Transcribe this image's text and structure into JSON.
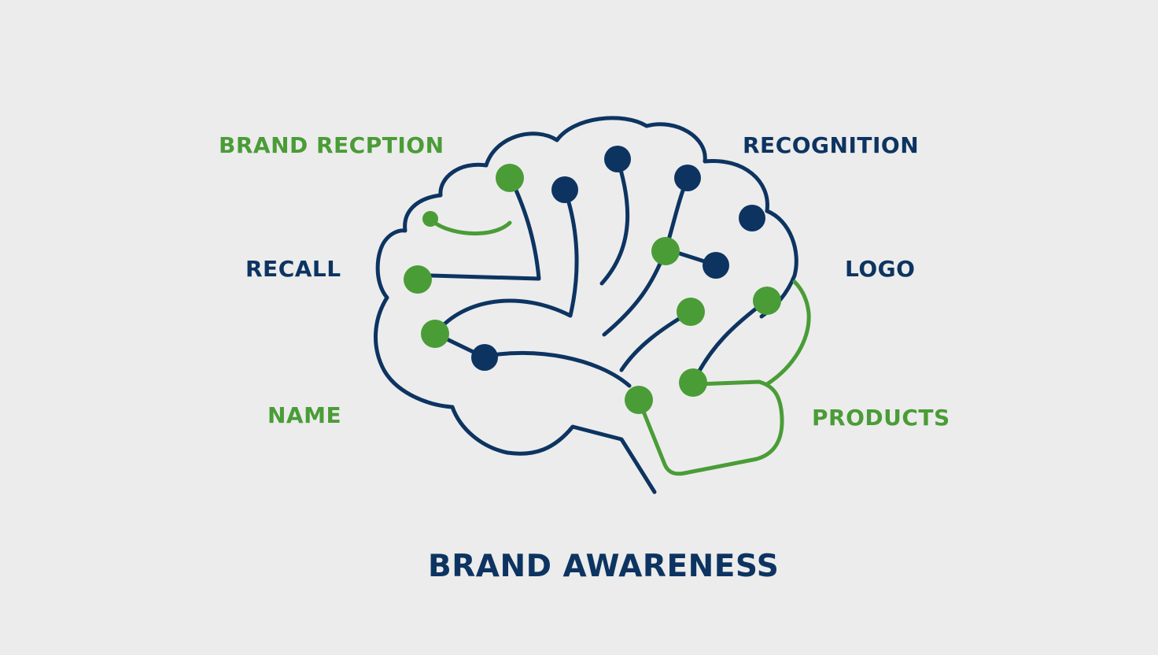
{
  "colors": {
    "background": "#ececec",
    "navy": "#0d3461",
    "green": "#4a9c37"
  },
  "labels": {
    "brand_reception": "BRAND RECPTION",
    "recognition": "RECOGNITION",
    "recall": "RECALL",
    "logo": "LOGO",
    "name": "NAME",
    "products": "PRODUCTS"
  },
  "title": "BRAND AWARENESS",
  "icon": "brain-circuit-icon"
}
